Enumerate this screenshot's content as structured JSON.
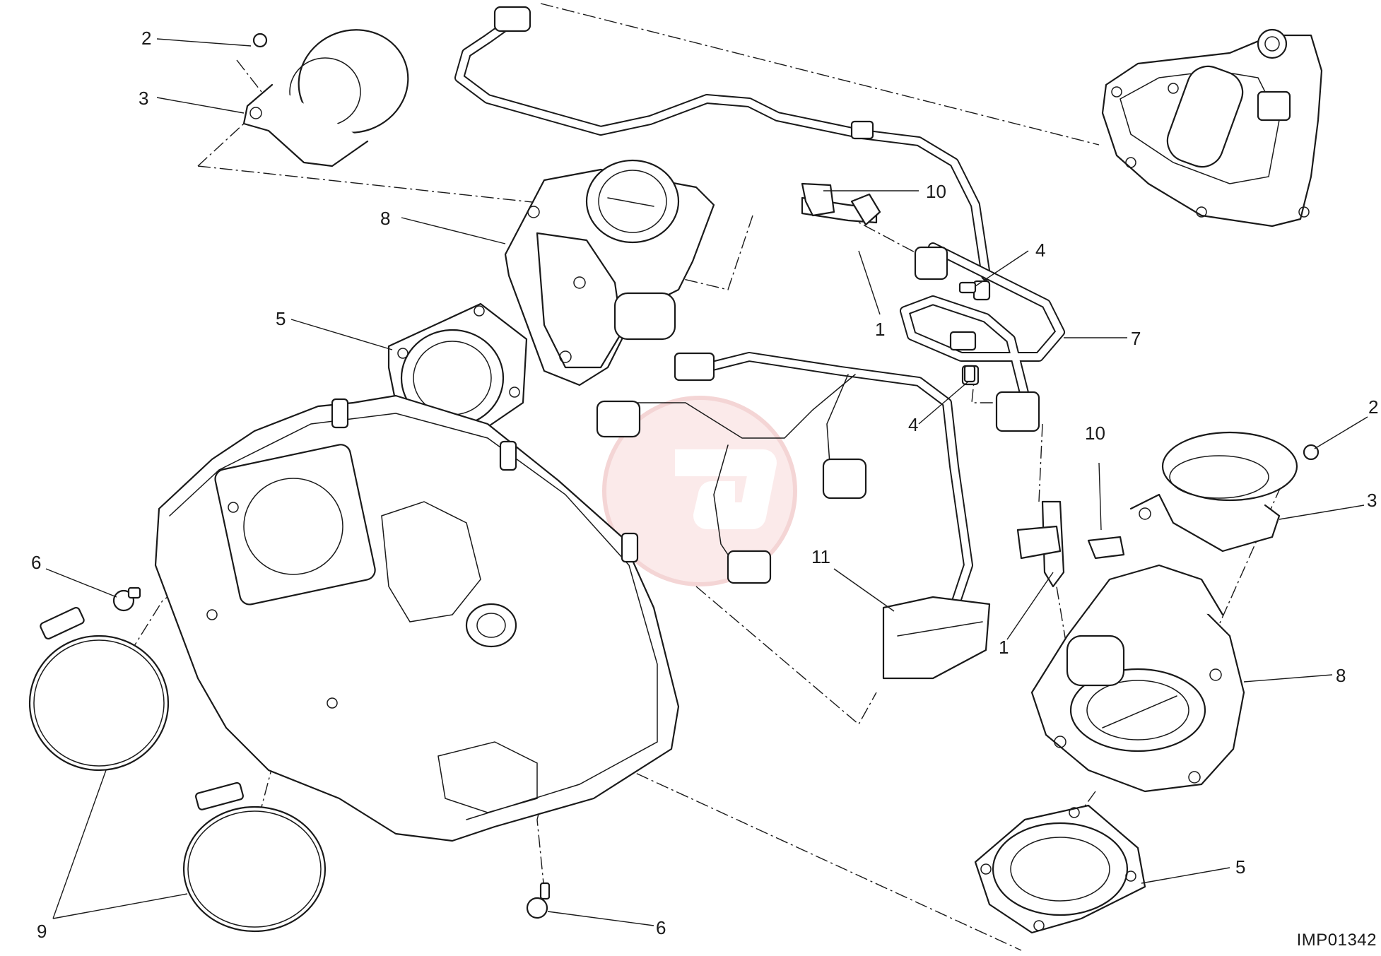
{
  "diagram_code": "IMP01342",
  "watermark_color": "#e8a0a0",
  "callouts": {
    "c1a": "1",
    "c1b": "1",
    "c2a": "2",
    "c2b": "2",
    "c3a": "3",
    "c3b": "3",
    "c4a": "4",
    "c4b": "4",
    "c5a": "5",
    "c5b": "5",
    "c6a": "6",
    "c6b": "6",
    "c7": "7",
    "c8a": "8",
    "c8b": "8",
    "c9": "9",
    "c10a": "10",
    "c10b": "10",
    "c11": "11"
  }
}
